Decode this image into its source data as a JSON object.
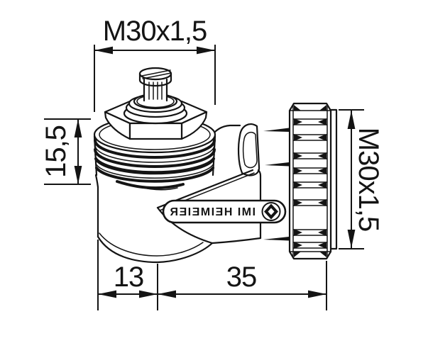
{
  "drawing": {
    "title_hint": "angle adapter technical drawing",
    "badge": {
      "text": "IMI HEIMEIER",
      "logo": "diamond"
    },
    "dimensions": {
      "top_thread": "M30x1,5",
      "left_height": "15,5",
      "right_thread": "M30x1,5",
      "bottom_offset": "13",
      "bottom_length": "35"
    },
    "colors": {
      "ink": "#141414",
      "background": "#ffffff"
    }
  }
}
